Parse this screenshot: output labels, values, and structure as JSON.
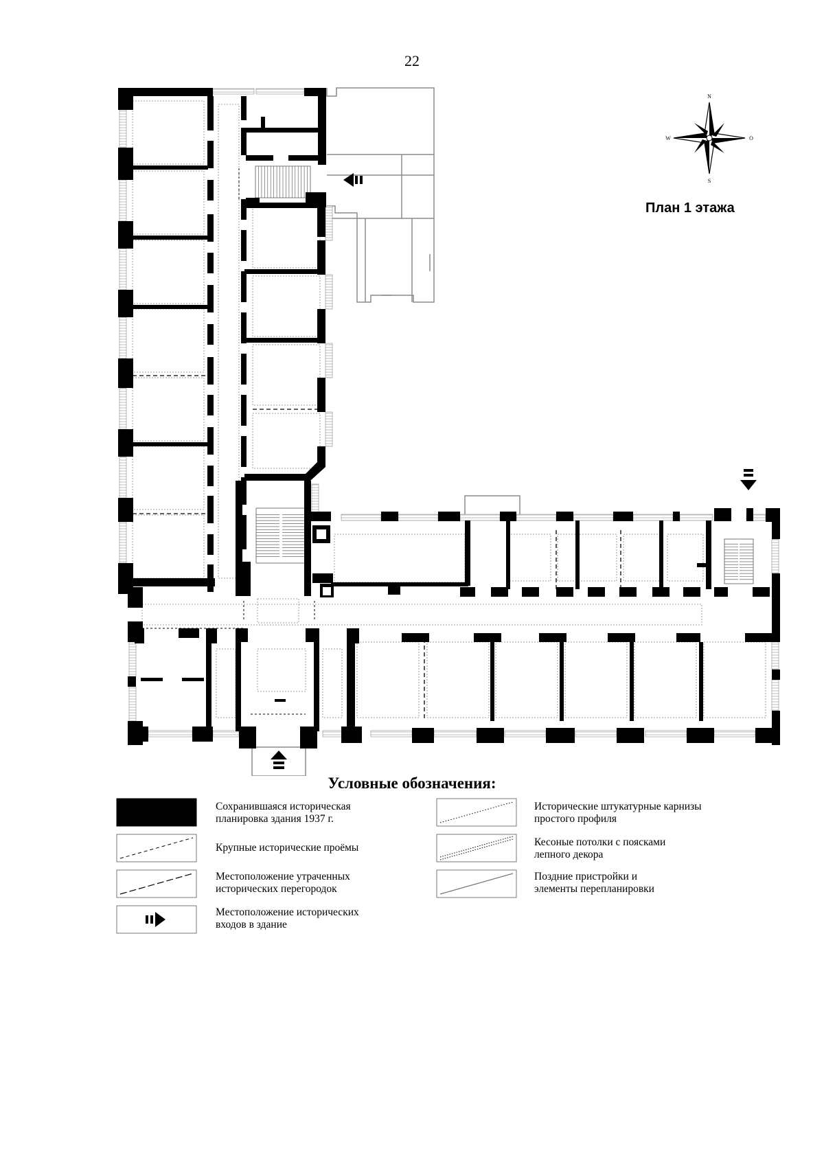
{
  "page": {
    "number": "22"
  },
  "plan": {
    "title": "План 1 этажа",
    "compass": {
      "n": "N",
      "s": "S",
      "w": "W",
      "e": "O"
    },
    "colors": {
      "wall": "#000000",
      "line": "#000000",
      "late_addition": "#8a8a8a",
      "window": "#9a9a9a",
      "ceiling_dots": "#9c9c9c"
    }
  },
  "legend": {
    "heading": "Условные обозначения:",
    "items": [
      {
        "label": "Сохранившаяся историческая\nпланировка здания 1937 г.",
        "swatch": "solid-black"
      },
      {
        "label": "Исторические штукатурные карнизы\nпростого профиля",
        "swatch": "dotted-diagonal"
      },
      {
        "label": "Крупные исторические проёмы",
        "swatch": "dashed-diagonal"
      },
      {
        "label": "Кесоные потолки с поясками\nлепного декора",
        "swatch": "double-dotted-diagonal"
      },
      {
        "label": "Местоположение утраченных\nисторических перегородок",
        "swatch": "long-dash-diagonal"
      },
      {
        "label": "Поздние пристройки и\nэлементы перепланировки",
        "swatch": "solid-diagonal"
      },
      {
        "label": "Местоположение исторических\nвходов в здание",
        "swatch": "entrance-arrow"
      }
    ]
  }
}
